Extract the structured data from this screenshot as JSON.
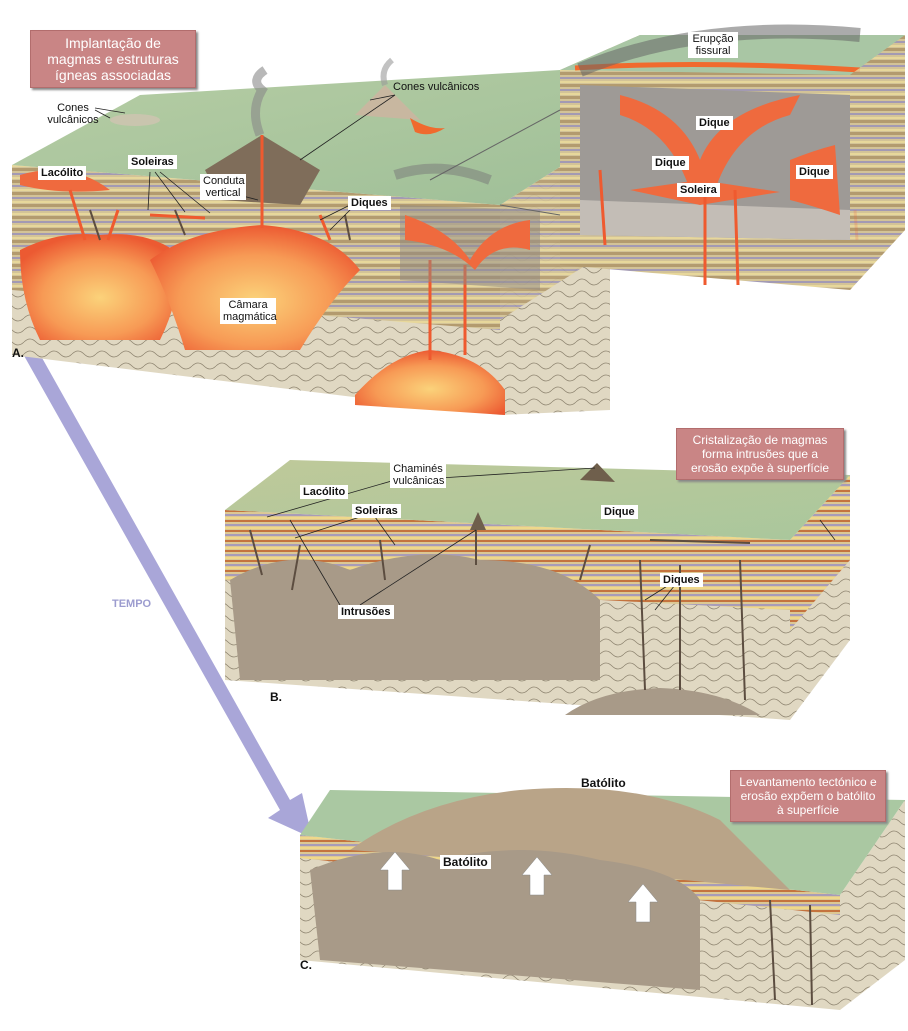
{
  "titles": {
    "a": "Implantação de magmas e estruturas ígneas associadas",
    "b": "Cristalização de magmas forma intrusões que a erosão expõe à superfície",
    "c": "Levantamento tectónico e erosão expõem o batólito à superfície"
  },
  "panel_a": {
    "letter": "A.",
    "cones_left": "Cones vulcânicos",
    "cones_right": "Cones vulcânicos",
    "lacolito": "Lacólito",
    "soleiras": "Soleiras",
    "conduta": "Conduta vertical",
    "diques": "Diques",
    "camara": "Câmara magmática",
    "erupcao": "Erupção fissural",
    "dique1": "Dique",
    "dique2": "Dique",
    "dique3": "Dique",
    "soleira": "Soleira"
  },
  "panel_b": {
    "letter": "B.",
    "chamines": "Chaminés vulcânicas",
    "lacolito": "Lacólito",
    "soleiras": "Soleiras",
    "dique": "Dique",
    "diques": "Diques",
    "intrusoes": "Intrusões"
  },
  "panel_c": {
    "letter": "C.",
    "batolito_top": "Batólito",
    "batolito": "Batólito"
  },
  "time_arrow": "TEMPO",
  "colors": {
    "title_box": "#c98585",
    "magma": "#f0643a",
    "magma_core": "#fbc46e",
    "surface": "#a8c49a",
    "intrusion": "#a89a88",
    "arrow": "#a9a6d8"
  }
}
